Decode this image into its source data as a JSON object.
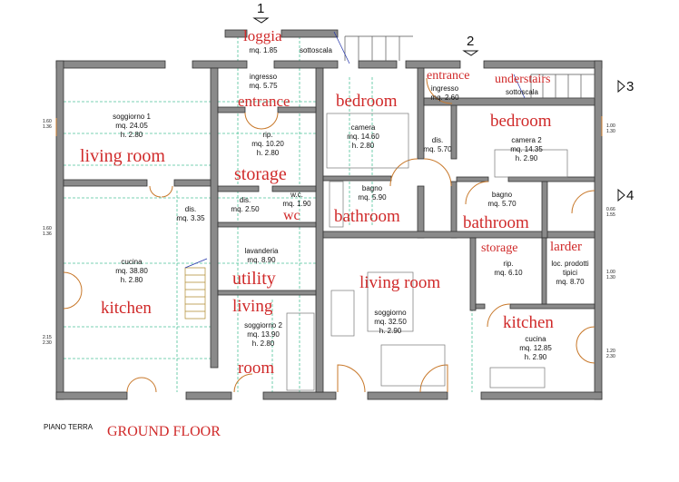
{
  "title": "PIANO TERRA",
  "title_translation": "GROUND FLOOR",
  "section_markers": [
    "1",
    "2",
    "3",
    "4"
  ],
  "rooms": [
    {
      "id": "loggia",
      "name": "loggia",
      "area": "mq. 1.85",
      "label": "loggia"
    },
    {
      "id": "sottoscala1",
      "name": "sottoscala",
      "label": ""
    },
    {
      "id": "ingresso",
      "name": "ingresso",
      "area": "mq. 5.75",
      "label": "entrance"
    },
    {
      "id": "soggiorno1",
      "name": "soggiorno 1",
      "area": "mq. 24.05",
      "height": "h. 2.80",
      "label": "living room"
    },
    {
      "id": "rip",
      "name": "rip.",
      "area": "mq. 10.20",
      "height": "h. 2.80",
      "label": "storage"
    },
    {
      "id": "dis1",
      "name": "dis.",
      "area": "mq. 3.35"
    },
    {
      "id": "dis2",
      "name": "dis.",
      "area": "mq. 2.50"
    },
    {
      "id": "wc",
      "name": "w.c.",
      "area": "mq. 1.90",
      "label": "wc"
    },
    {
      "id": "cucina1",
      "name": "cucina",
      "area": "mq. 38.80",
      "height": "h. 2.80",
      "label": "kitchen"
    },
    {
      "id": "lavanderia",
      "name": "lavanderia",
      "area": "mq. 8.90",
      "label": "utility"
    },
    {
      "id": "soggiorno2",
      "name": "soggiorno 2",
      "area": "mq. 13.90",
      "height": "h. 2.80",
      "label": "living",
      "label2": "room"
    },
    {
      "id": "camera1",
      "name": "camera",
      "area": "mq. 14.60",
      "height": "h. 2.80",
      "label": "bedroom"
    },
    {
      "id": "bagno1",
      "name": "bagno",
      "area": "mq. 5.90",
      "label": "bathroom"
    },
    {
      "id": "dis3",
      "name": "dis.",
      "area": "mq. 5.70"
    },
    {
      "id": "ingresso2",
      "name": "ingresso",
      "area": "mq. 2.60",
      "label": "entrance"
    },
    {
      "id": "sottoscala2",
      "name": "sottoscala",
      "label": "understairs"
    },
    {
      "id": "camera2",
      "name": "camera 2",
      "area": "mq. 14.35",
      "height": "h. 2.90",
      "label": "bedroom"
    },
    {
      "id": "bagno2",
      "name": "bagno",
      "area": "mq. 5.70",
      "label": "bathroom"
    },
    {
      "id": "soggiorno3",
      "name": "soggiorno",
      "area": "mq. 32.50",
      "height": "h. 2.90",
      "label": "living room"
    },
    {
      "id": "rip2",
      "name": "rip.",
      "area": "mq. 6.10",
      "label": "storage"
    },
    {
      "id": "locprodotti",
      "name": "loc. prodotti tipici",
      "area": "mq. 8.70",
      "label": "larder"
    },
    {
      "id": "cucina2",
      "name": "cucina",
      "area": "mq. 12.85",
      "height": "h. 2.90",
      "label": "kitchen"
    }
  ],
  "window_dims": [
    {
      "w": "1.60",
      "h": "1.36"
    },
    {
      "w": "1.60",
      "h": "1.36"
    },
    {
      "w": "2.15",
      "h": "2.30"
    },
    {
      "w": "1.00",
      "h": "1.30"
    },
    {
      "w": "0.66",
      "h": "1.55"
    },
    {
      "w": "1.00",
      "h": "1.30"
    },
    {
      "w": "1.20",
      "h": "2.30"
    }
  ],
  "colors": {
    "wall": "#8a8a8a",
    "label": "#d02a2a",
    "door": "#c8782a",
    "grid": "#4fc39a"
  }
}
